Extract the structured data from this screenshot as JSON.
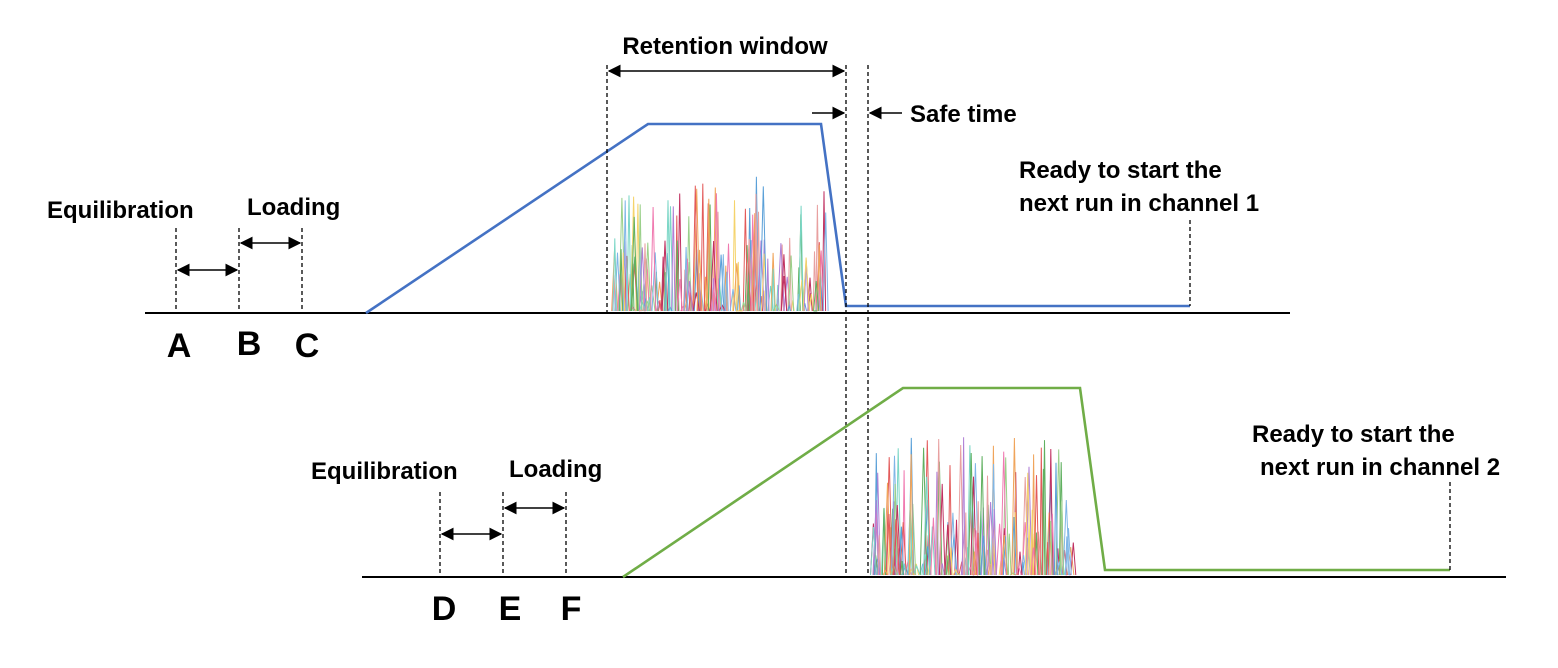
{
  "labels": {
    "retention_window": "Retention window",
    "safe_time": "Safe time",
    "ch1_equilibration": "Equilibration",
    "ch1_loading": "Loading",
    "ch1_ready_line1": "Ready to start the",
    "ch1_ready_line2": "next run in channel 1",
    "ch2_equilibration": "Equilibration",
    "ch2_loading": "Loading",
    "ch2_ready_line1": "Ready to start the",
    "ch2_ready_line2": "next run in channel 2",
    "point_a": "A",
    "point_b": "B",
    "point_c": "C",
    "point_d": "D",
    "point_e": "E",
    "point_f": "F"
  },
  "colors": {
    "channel1_gradient": "#4472c4",
    "channel2_gradient": "#70ad47",
    "peak_palette": [
      "#e8a0a0",
      "#f07ab0",
      "#7fb6e6",
      "#9ad08a",
      "#f5d36b",
      "#b07fd6",
      "#e35a5a",
      "#5aa0d8",
      "#f0a45a",
      "#7ad6c6",
      "#c03060",
      "#60b060"
    ]
  }
}
